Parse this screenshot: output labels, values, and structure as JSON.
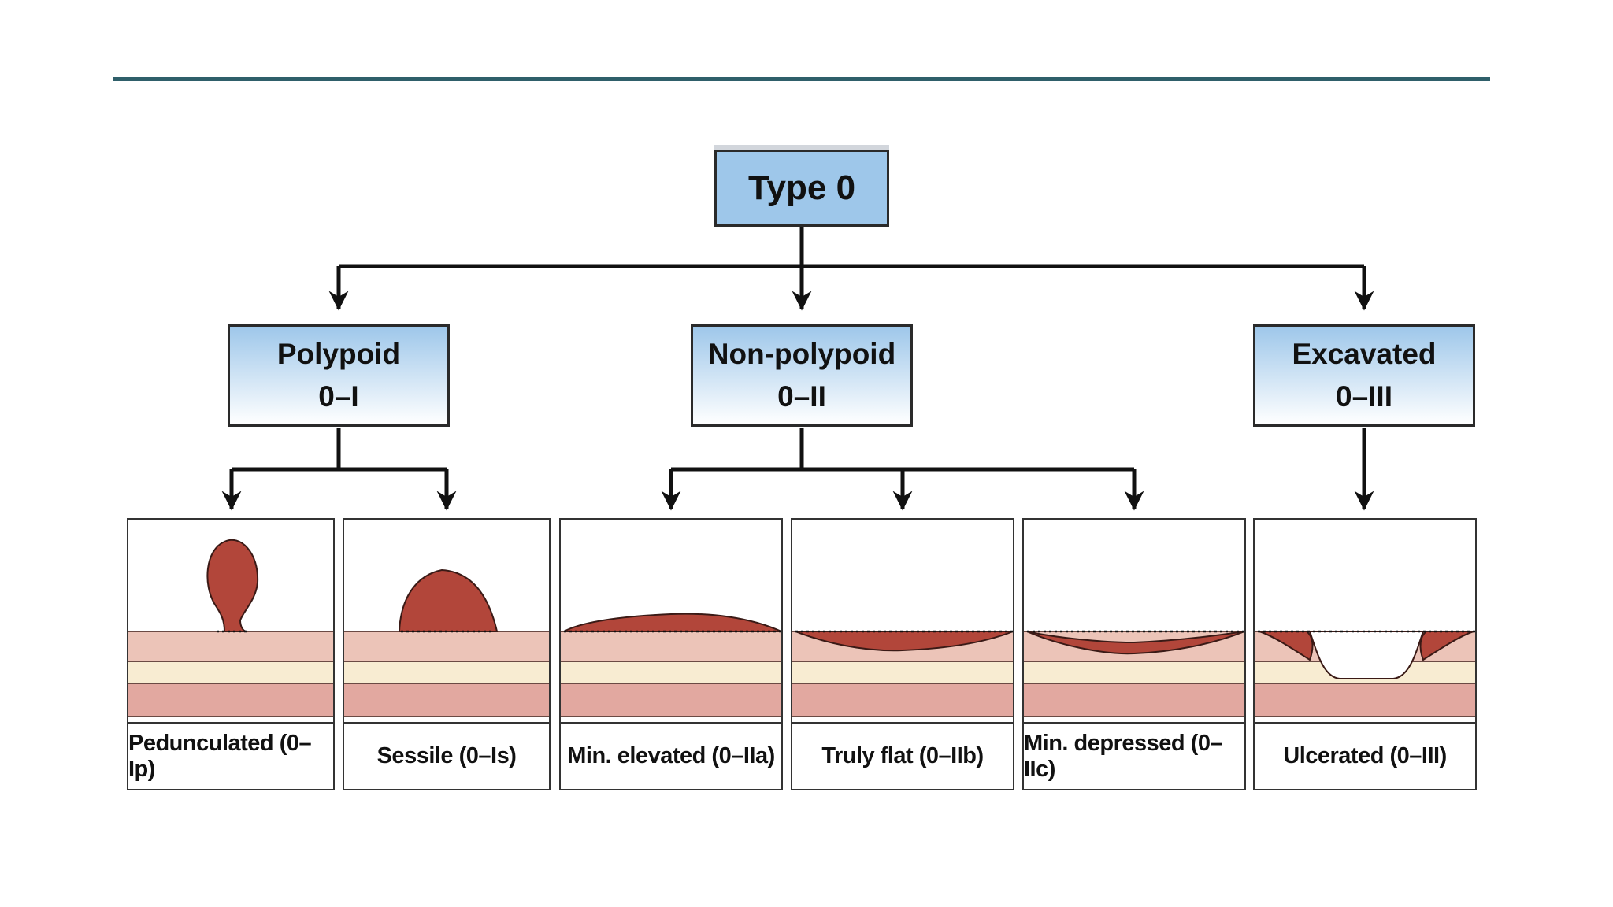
{
  "colors": {
    "rule": "#2f5f6a",
    "node_fill_top": "#9ec7ea",
    "node_fill_bottom": "#ffffff",
    "mucosa": "#ecc4b8",
    "submucosa": "#f8ecd2",
    "muscularis": "#e2a8a0",
    "lesion": "#b2463a",
    "line": "#111111"
  },
  "root": {
    "label": "Type 0"
  },
  "categories": [
    {
      "name": "Polypoid",
      "code": "0–I"
    },
    {
      "name": "Non-polypoid",
      "code": "0–II"
    },
    {
      "name": "Excavated",
      "code": "0–III"
    }
  ],
  "subtypes": [
    {
      "label": "Pedunculated (0–Ip)",
      "shape": "pedunculated"
    },
    {
      "label": "Sessile (0–Is)",
      "shape": "sessile"
    },
    {
      "label": "Min. elevated (0–IIa)",
      "shape": "elevated"
    },
    {
      "label": "Truly flat (0–IIb)",
      "shape": "flat"
    },
    {
      "label": "Min. depressed (0–IIc)",
      "shape": "depressed"
    },
    {
      "label": "Ulcerated (0–III)",
      "shape": "ulcerated"
    }
  ]
}
